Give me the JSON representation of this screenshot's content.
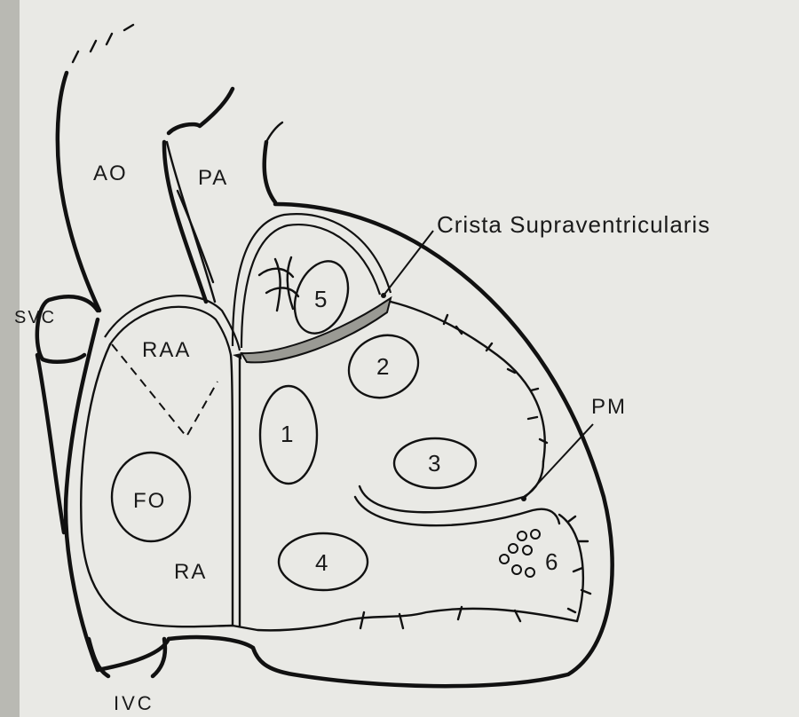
{
  "labels": {
    "ao": "AO",
    "pa": "PA",
    "svc": "SVC",
    "raa": "RAA",
    "fo": "FO",
    "ra": "RA",
    "ivc": "IVC",
    "crista": "Crista Supraventricularis",
    "pm": "PM"
  },
  "regions": {
    "r1": "1",
    "r2": "2",
    "r3": "3",
    "r4": "4",
    "r5": "5",
    "r6": "6"
  },
  "colors": {
    "background": "#e9e9e5",
    "ink": "#111111"
  }
}
